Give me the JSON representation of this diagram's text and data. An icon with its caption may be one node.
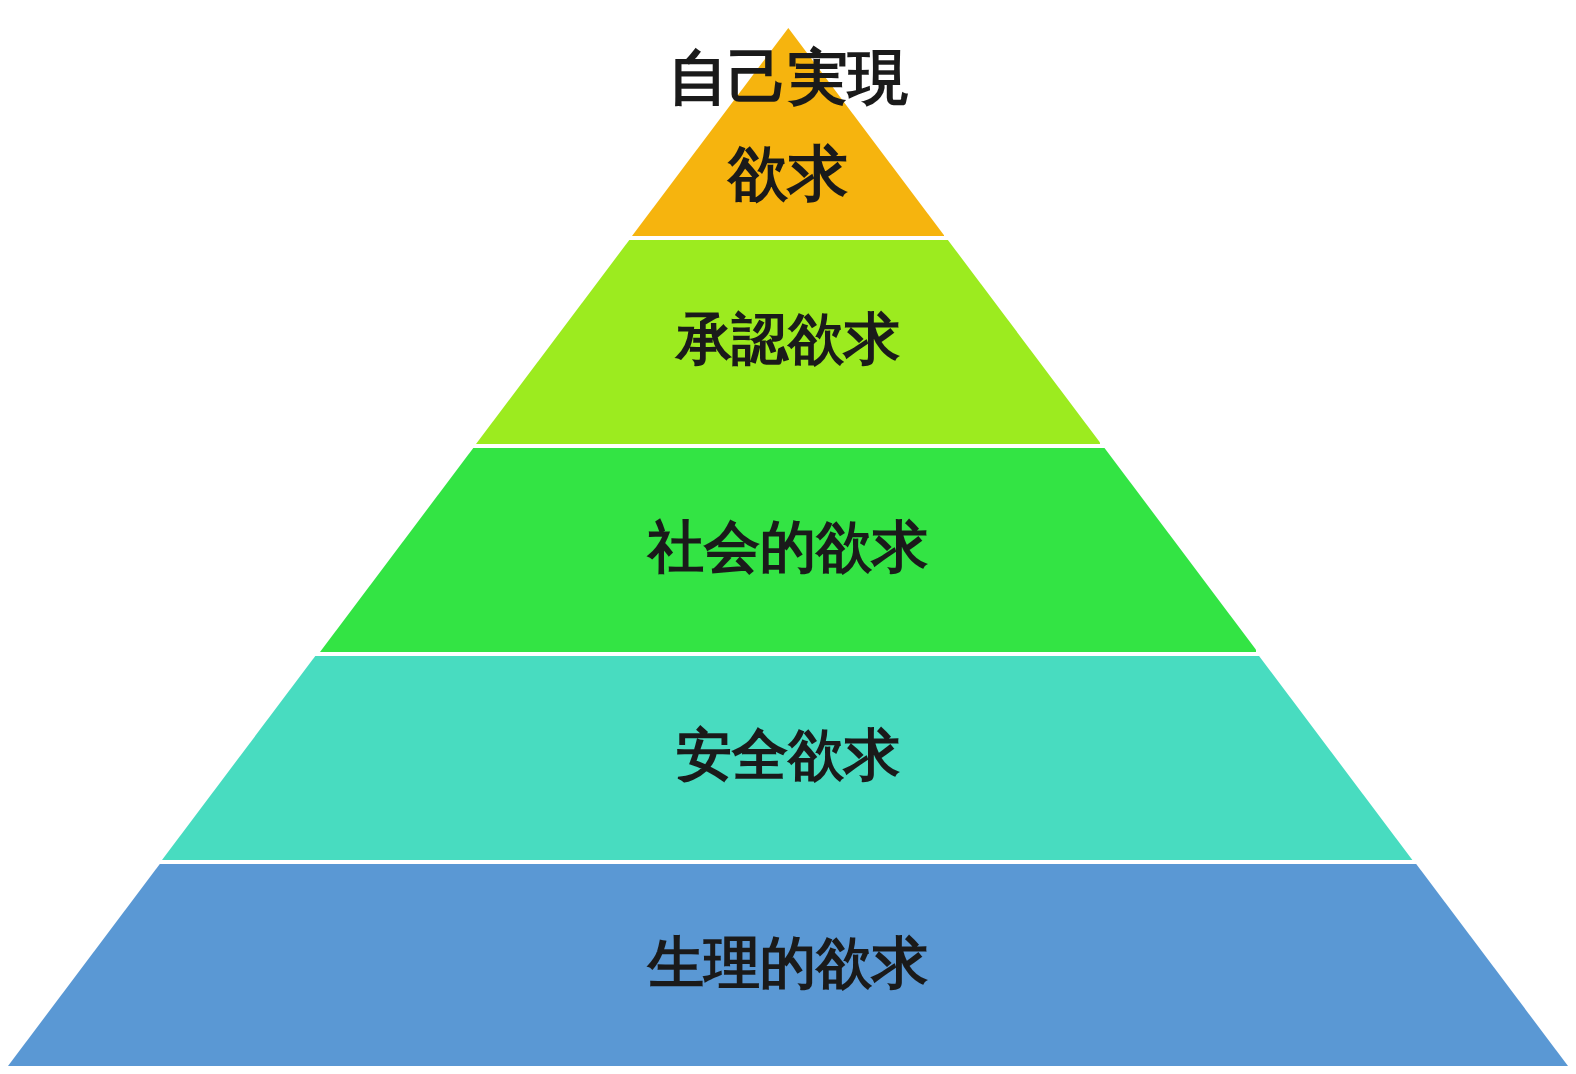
{
  "diagram": {
    "nodes": [
      {
        "text": [
          "自己実現欲求"
        ]
      },
      {
        "text": [
          "承認欲求"
        ]
      },
      {
        "text": [
          "社会的欲求"
        ]
      },
      {
        "text": [
          "安全欲求"
        ]
      },
      {
        "text": [
          "生理的欲求"
        ]
      }
    ]
  }
}
